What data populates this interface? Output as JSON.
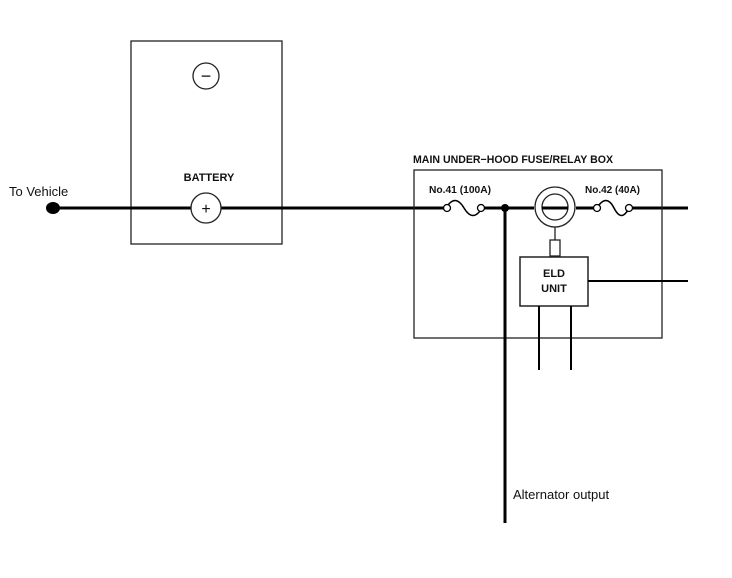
{
  "labels": {
    "to_vehicle": "To Vehicle",
    "battery": "BATTERY",
    "battery_negative": "−",
    "battery_positive": "+",
    "fuse_box": "MAIN UNDER−HOOD FUSE/RELAY BOX",
    "fuse_41": "No.41 (100A)",
    "fuse_42": "No.42 (40A)",
    "eld_line1": "ELD",
    "eld_line2": "UNIT",
    "alternator": "Alternator output"
  },
  "colors": {
    "wire": "#000000",
    "outline": "#222222",
    "background": "#ffffff"
  }
}
